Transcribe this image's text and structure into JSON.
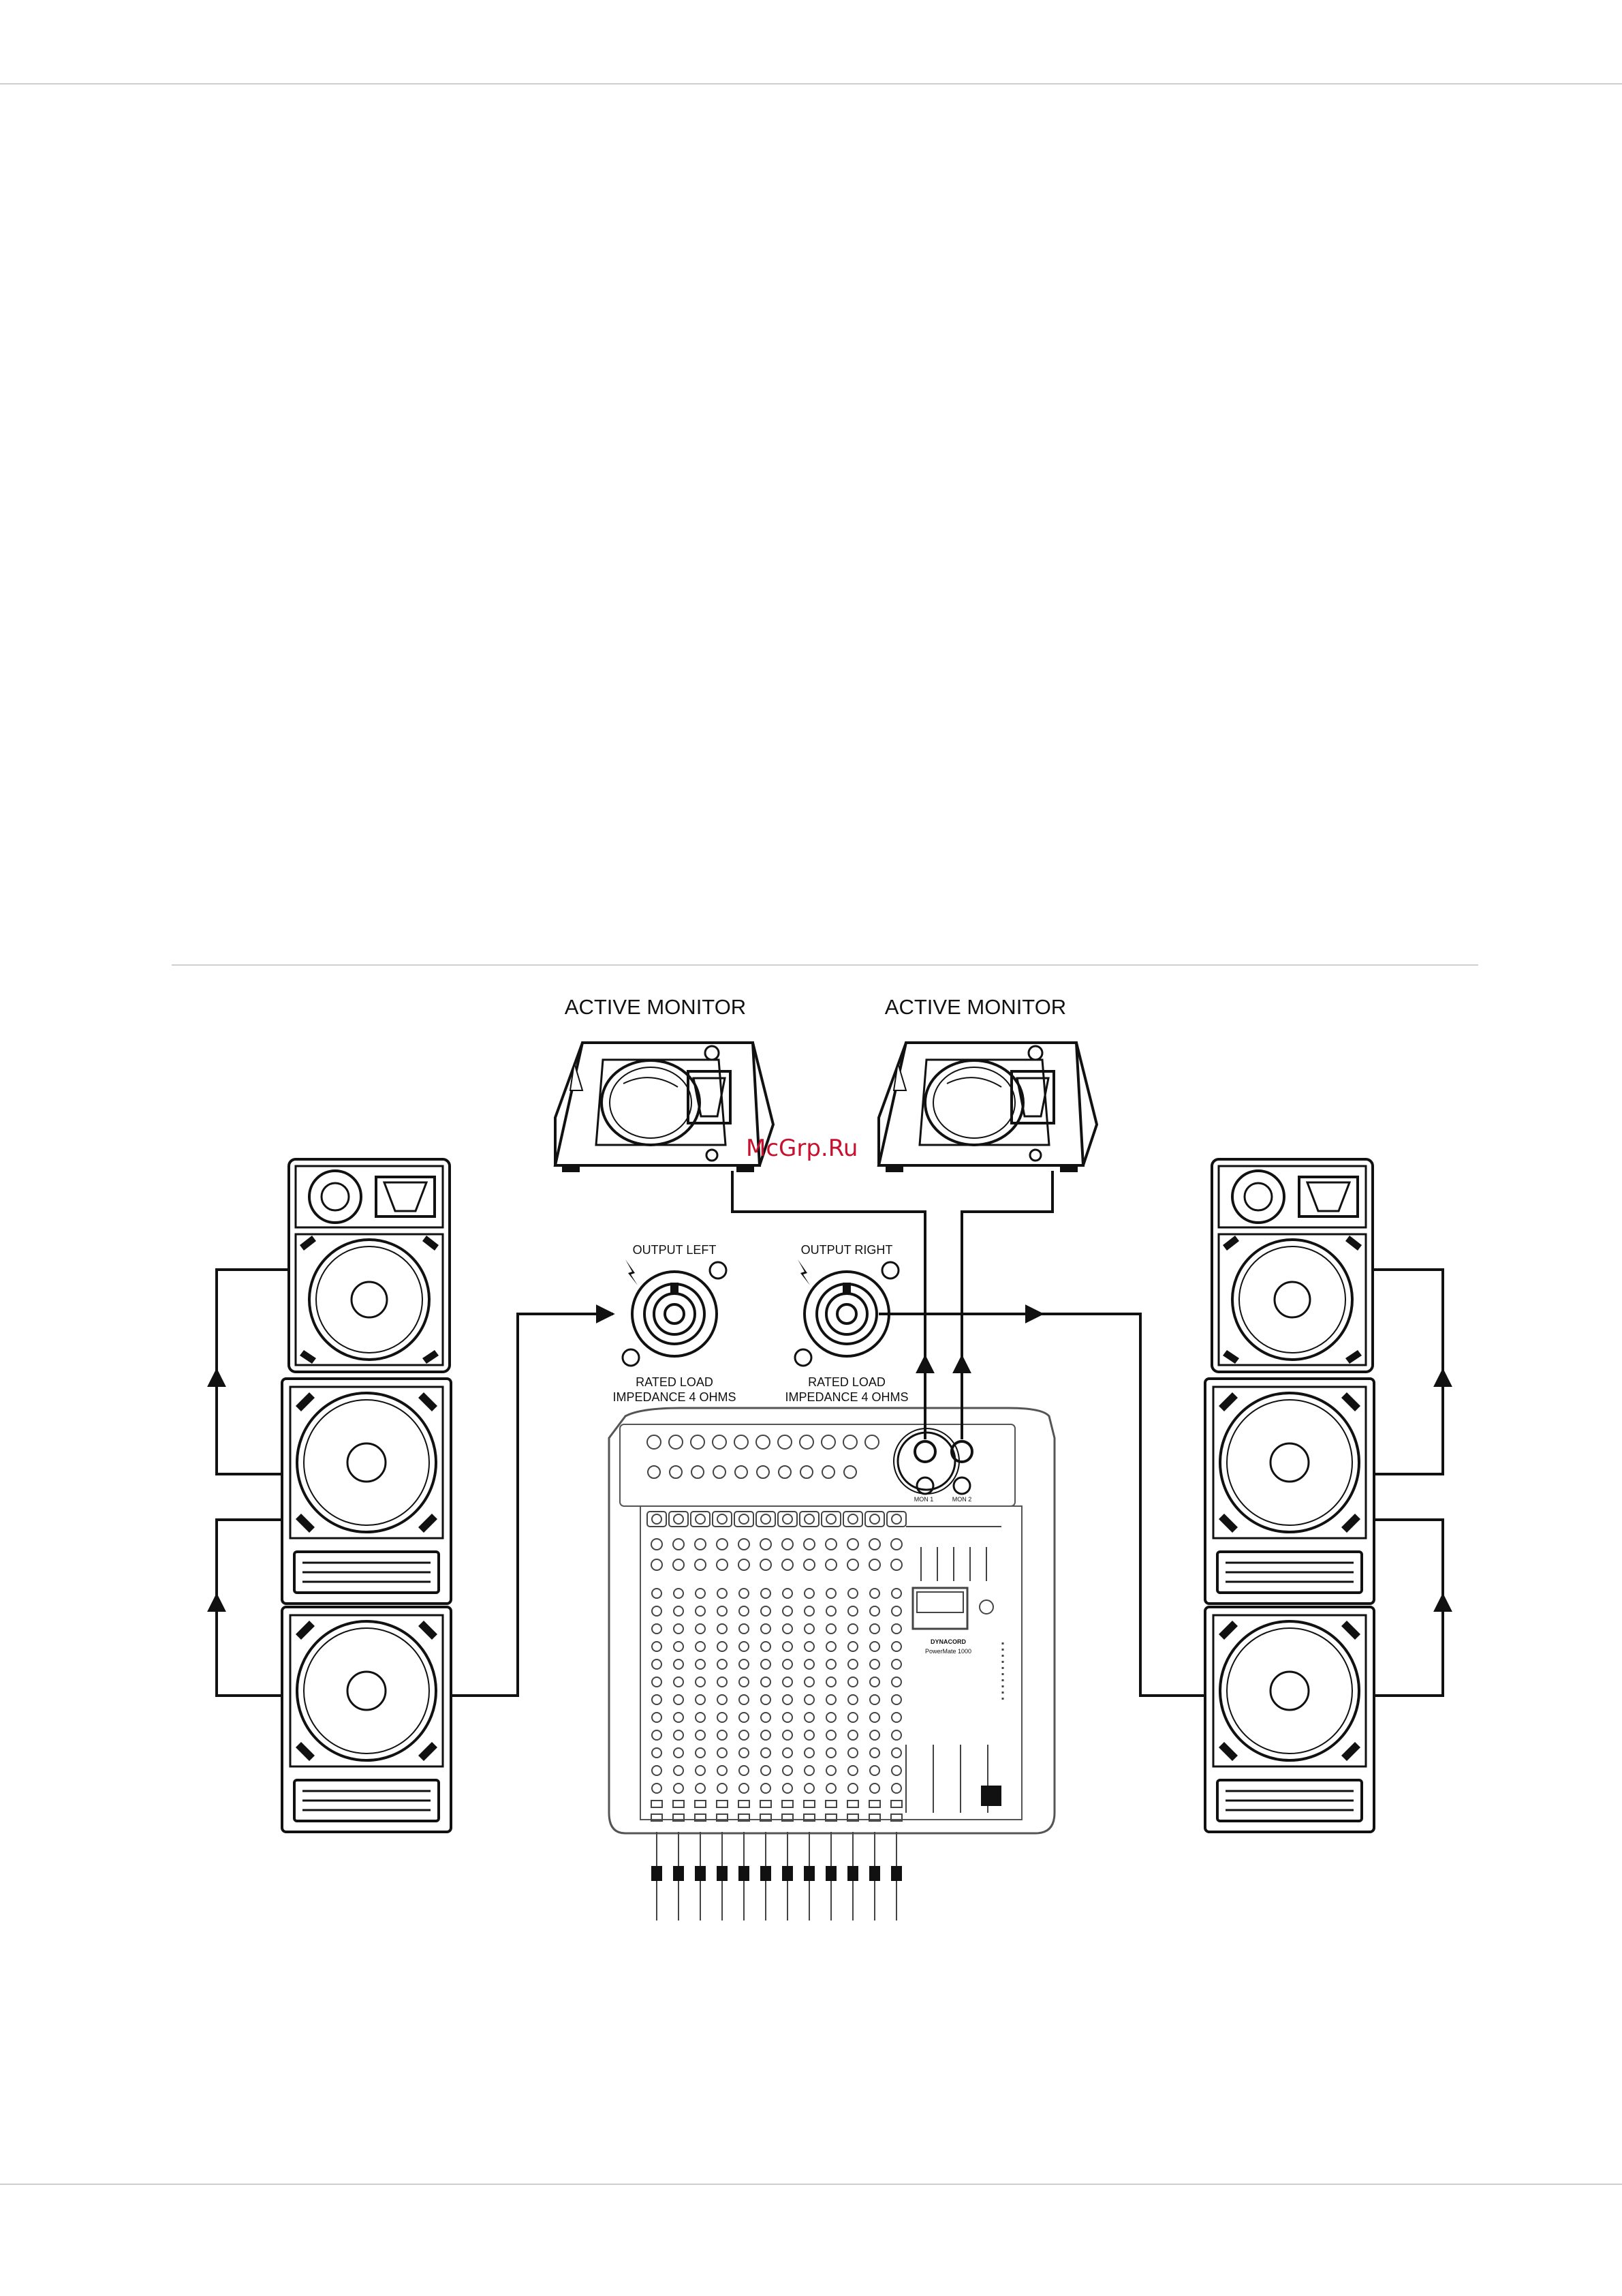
{
  "monitors": {
    "left_label": "ACTIVE MONITOR",
    "right_label": "ACTIVE MONITOR"
  },
  "outputs": {
    "left": {
      "title": "OUTPUT LEFT",
      "line1": "RATED LOAD",
      "line2": "IMPEDANCE 4 OHMS"
    },
    "right": {
      "title": "OUTPUT RIGHT",
      "line1": "RATED LOAD",
      "line2": "IMPEDANCE 4 OHMS"
    }
  },
  "mixer": {
    "brand": "DYNACORD",
    "model": "PowerMate 1000",
    "mon1": "MON 1",
    "mon2": "MON 2"
  },
  "watermark": "McGrp.Ru",
  "colors": {
    "line": "#111111",
    "rule": "#cfcfcf",
    "watermark": "#c8102e"
  }
}
